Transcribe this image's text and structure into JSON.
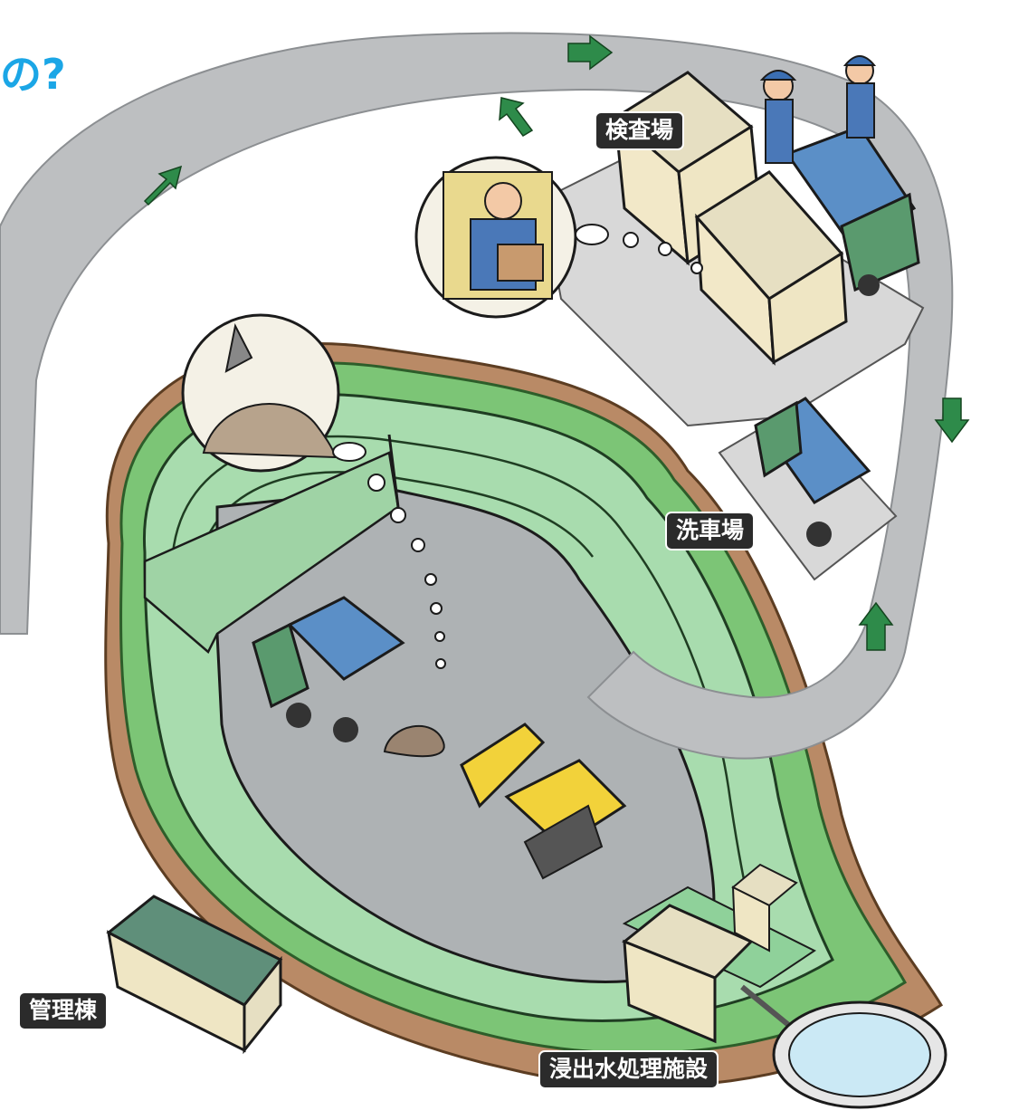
{
  "header_fragment": "の?",
  "labels": {
    "inspection": "検査場",
    "car_wash": "洗車場",
    "management": "管理棟",
    "leachate": "浸出水処理施設"
  },
  "colors": {
    "route": "#bdbfc1",
    "route_outline": "#8c8f92",
    "arrow": "#2e8b4a",
    "grass": "#7cc576",
    "slope": "#a8dcae",
    "dirt": "#b98a66",
    "floor": "#aeb2b4",
    "truck_blue": "#5b8fc7",
    "cab_green": "#5a9a6e",
    "bulldozer": "#f2d23a",
    "building_wall": "#efe6c4",
    "label_bg": "#2b2b2b",
    "accent": "#1ba6e6"
  },
  "icons": [
    "inspector-icon",
    "shower-icon",
    "truck-icon",
    "bulldozer-icon",
    "worker-icon",
    "pond-icon"
  ]
}
